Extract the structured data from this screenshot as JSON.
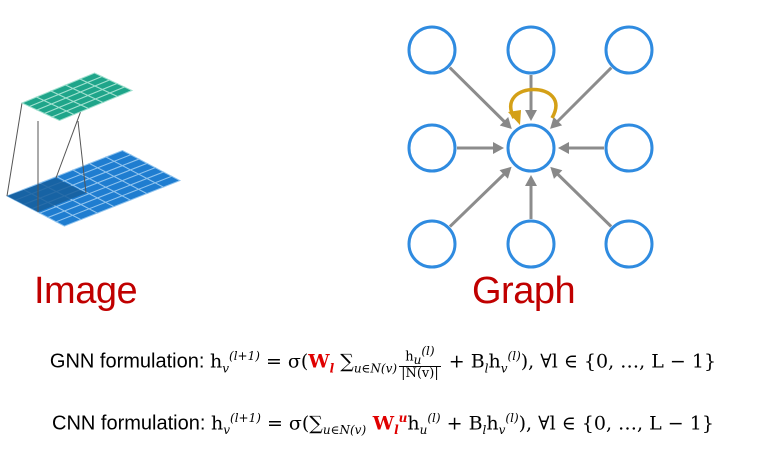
{
  "labels": {
    "image": "Image",
    "graph": "Graph"
  },
  "colors": {
    "label_red": "#c00000",
    "grid_teal": "#1fa58a",
    "grid_blue": "#1f7dd0",
    "node_blue": "#2f8be0",
    "edge_gray": "#888888",
    "self_loop_gold": "#d4a017"
  },
  "formulas": {
    "gnn": {
      "prefix": "GNN formulation: ",
      "lhs_h": "h",
      "lhs_sub": "v",
      "lhs_sup": "(l+1)",
      "eq": " = σ(",
      "W": "W",
      "W_sub": "l",
      "sum": " ∑",
      "sum_sub": "u∈N(v)",
      "frac_num_h": "h",
      "frac_num_sub": "u",
      "frac_num_sup": "(l)",
      "frac_den": "|N(v)|",
      "plus": " + B",
      "B_sub": "l",
      "h2": "h",
      "h2_sub": "v",
      "h2_sup": "(l)",
      "tail": "), ∀l ∈ {0, …, L − 1}"
    },
    "cnn": {
      "prefix": "CNN formulation: ",
      "lhs_h": "h",
      "lhs_sub": "v",
      "lhs_sup": "(l+1)",
      "eq": " = σ(",
      "sum": "∑",
      "sum_sub": "u∈N(v)",
      "W": " W",
      "W_sub": "l",
      "W_sup": "u",
      "h1": "h",
      "h1_sub": "u",
      "h1_sup": "(l)",
      "plus": " + B",
      "B_sub": "l",
      "h2": "h",
      "h2_sub": "v",
      "h2_sup": "(l)",
      "tail": "), ∀l ∈ {0, …, L − 1}"
    }
  }
}
